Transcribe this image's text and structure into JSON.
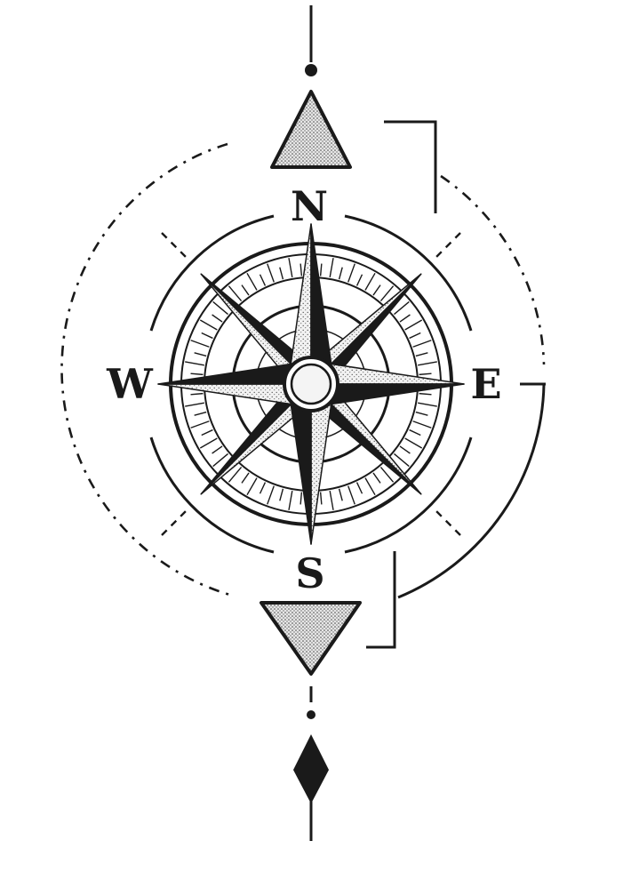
{
  "labels": {
    "north": "N",
    "south": "S",
    "east": "E",
    "west": "W"
  },
  "colors": {
    "ink": "#1a1a1a",
    "paper": "#ffffff",
    "shade": "#d9d9d9"
  },
  "icons": [
    "compass-rose-icon",
    "triangle-up-icon",
    "triangle-down-icon",
    "diamond-icon"
  ]
}
